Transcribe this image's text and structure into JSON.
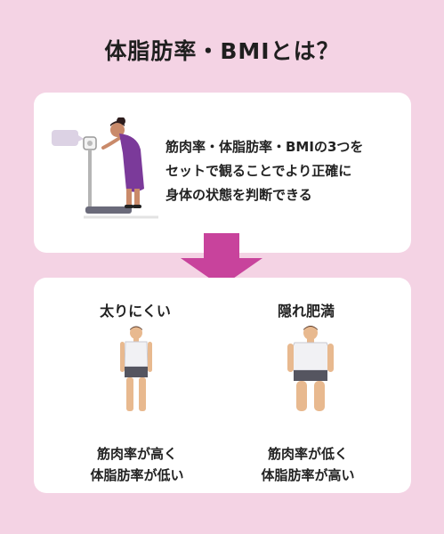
{
  "title": "体脂肪率・BMIとは？",
  "top_card": {
    "description_lines": [
      "筋肉率・体脂肪率・BMIの3つを",
      "セットで観ることでより正確に",
      "身体の状態を判断できる"
    ]
  },
  "bottom_card": {
    "left": {
      "heading": "太りにくい",
      "caption_lines": [
        "筋肉率が高く",
        "体脂肪率が低い"
      ]
    },
    "right": {
      "heading": "隠れ肥満",
      "caption_lines": [
        "筋肉率が低く",
        "体脂肪率が高い"
      ]
    }
  },
  "colors": {
    "background": "#f4d3e4",
    "card": "#ffffff",
    "arrow": "#c8439c",
    "woman_dress": "#7b3a9a",
    "scale_bubble": "#dcd2e4"
  },
  "icons": [
    "scale-woman-illustration",
    "down-arrow-icon",
    "thin-person-illustration",
    "hidden-obesity-person-illustration"
  ]
}
